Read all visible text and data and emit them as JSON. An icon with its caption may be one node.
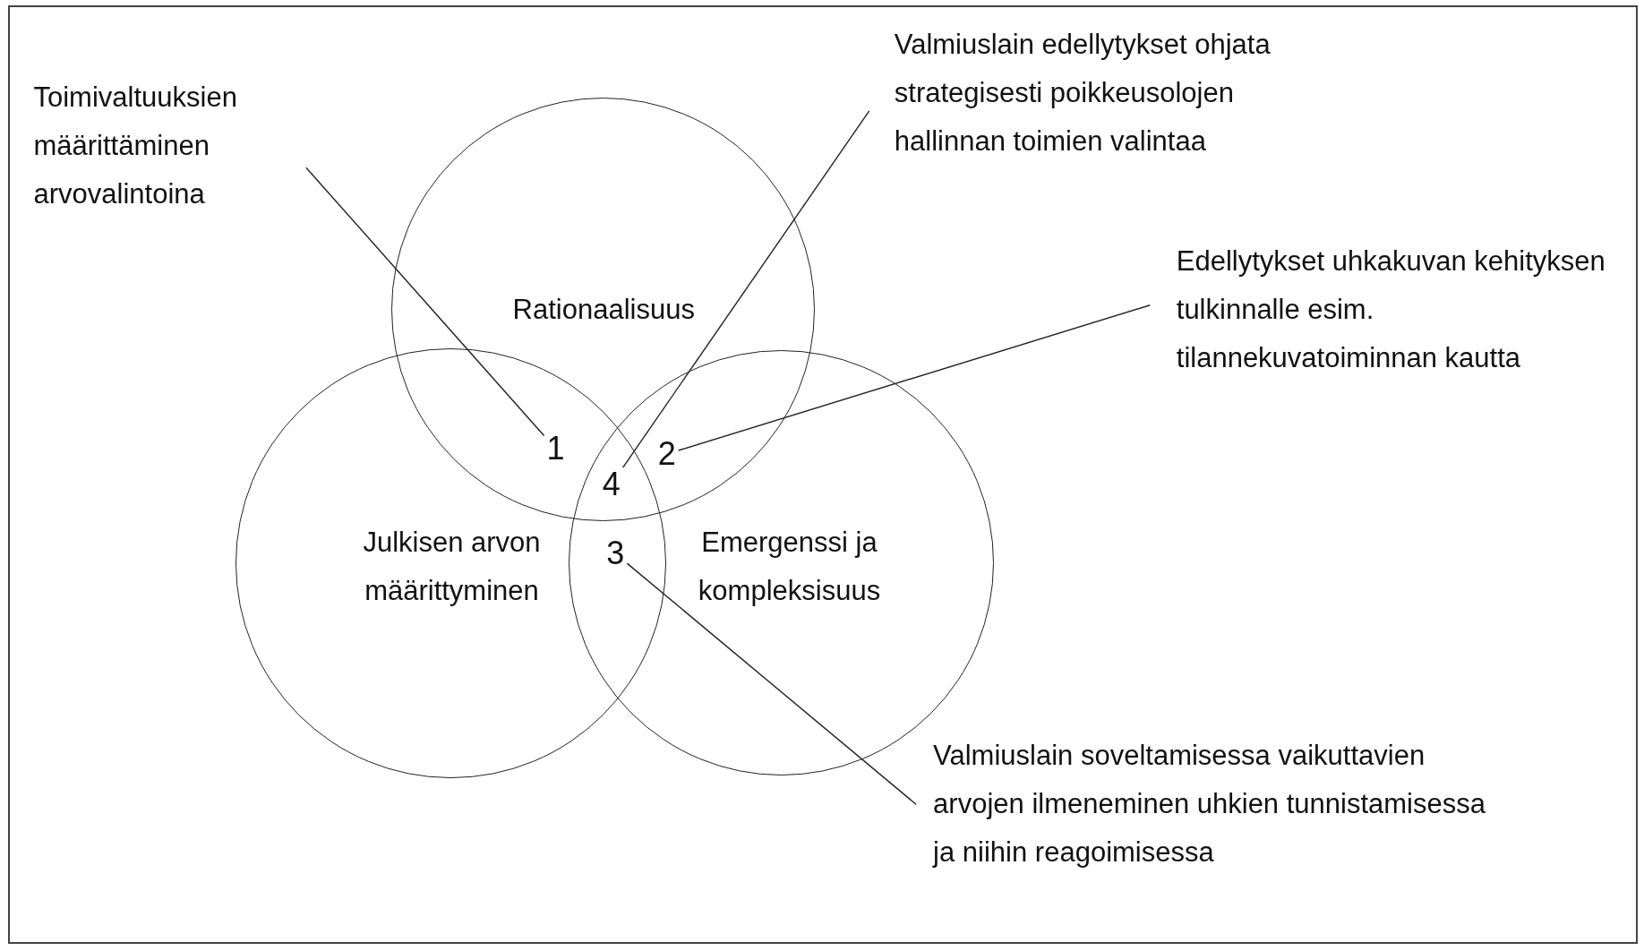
{
  "diagram": {
    "nodes": [
      {
        "text": [
          "Rationaalisuus"
        ]
      },
      {
        "text": [
          "Julkisen arvon määrittyminen"
        ]
      },
      {
        "text": [
          "Emergenssi ja kompleksisuus"
        ]
      },
      {
        "text": [
          "Toimivaltuuksien määrittäminen arvovalintoina"
        ]
      },
      {
        "text": [
          "1"
        ]
      },
      {
        "text": [
          "Valmiuslain edellytykset ohjata strategisesti poikkeusolojen hallinnan toimien valintaa"
        ]
      },
      {
        "text": [
          "4"
        ]
      },
      {
        "text": [
          "Edellytykset uhkakuvan kehityksen tulkinnalle esim. tilannekuvatoiminnan kautta"
        ]
      },
      {
        "text": [
          "2"
        ]
      },
      {
        "text": [
          "3"
        ]
      },
      {
        "text": [
          "Valmiuslain soveltamisessa vaikuttavien arvojen ilmeneminen uhkien tunnistamisessa ja niihin reagoimisessa"
        ]
      }
    ],
    "edges": [
      {
        "from": 3,
        "to": 4,
        "arrow": "none"
      },
      {
        "from": 5,
        "to": 6,
        "arrow": "none"
      },
      {
        "from": 7,
        "to": 8,
        "arrow": "none"
      },
      {
        "from": 10,
        "to": 9,
        "arrow": "none"
      }
    ]
  }
}
